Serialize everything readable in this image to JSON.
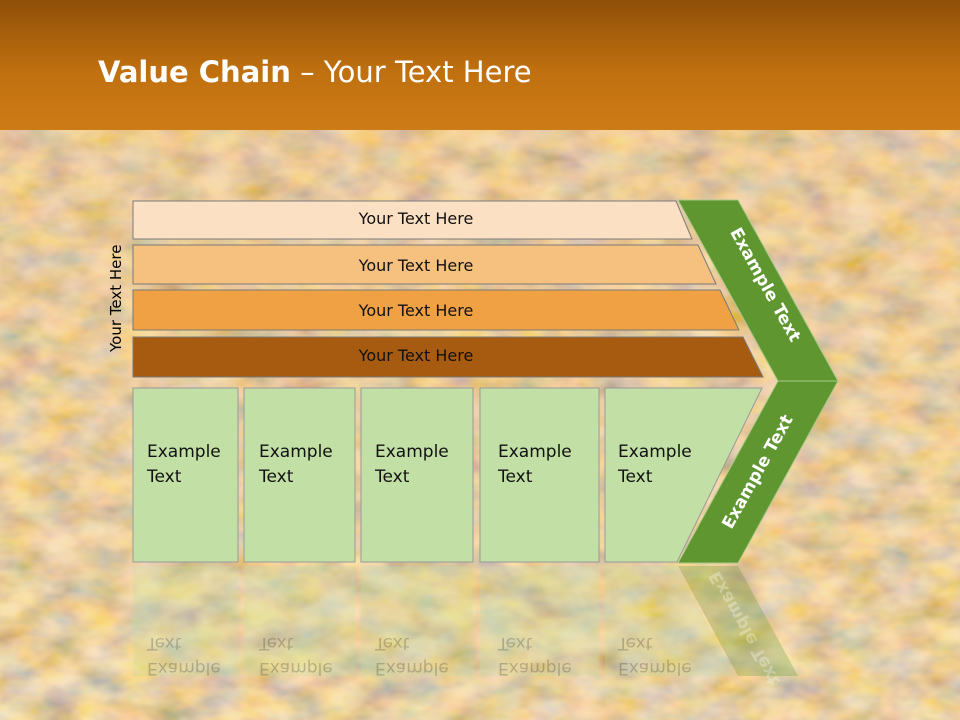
{
  "title": {
    "bold": "Value Chain",
    "rest": " – Your Text Here"
  },
  "side_label": "Your Text Here",
  "bars": [
    {
      "label": "Your Text Here",
      "color": "#fce0c4"
    },
    {
      "label": "Your Text Here",
      "color": "#f6c07f"
    },
    {
      "label": "Your Text Here",
      "color": "#f0a143"
    },
    {
      "label": "Your Text Here",
      "color": "#a65b10"
    }
  ],
  "boxes": [
    {
      "line1": "Example",
      "line2": "Text"
    },
    {
      "line1": "Example",
      "line2": "Text"
    },
    {
      "line1": "Example",
      "line2": "Text"
    },
    {
      "line1": "Example",
      "line2": "Text"
    },
    {
      "line1": "Example",
      "line2": "Text"
    }
  ],
  "arrow": {
    "upper_text": "Example Text",
    "lower_text": "Example Text",
    "color": "#5f9630"
  },
  "colors": {
    "box_fill": "#c2dfa5",
    "title_bar": "#c0700f"
  }
}
